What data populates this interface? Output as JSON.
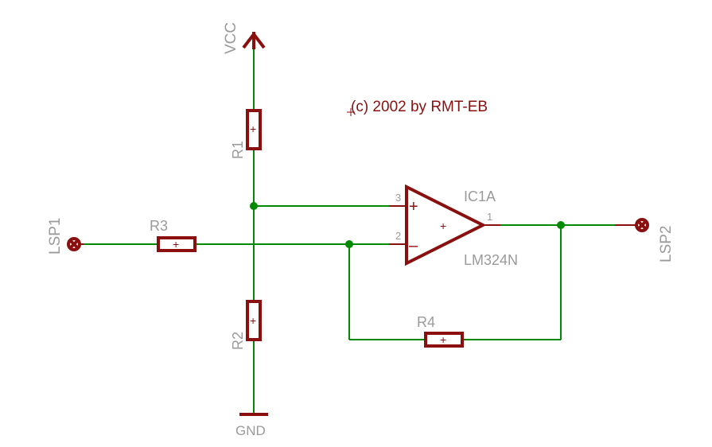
{
  "schematic": {
    "copyright": "(c) 2002 by RMT-EB",
    "supply": "VCC",
    "ground": "GND",
    "resistors": [
      "R1",
      "R2",
      "R3",
      "R4"
    ],
    "opamp": {
      "name": "IC1A",
      "part": "LM324N",
      "pin_noninv": "3",
      "pin_inv": "2",
      "pin_out": "1",
      "plus_sign": "+",
      "minus_sign": "–"
    },
    "connectors": [
      "LSP1",
      "LSP2"
    ],
    "origin_mark": "+"
  },
  "colors": {
    "wire": "#008a00",
    "component": "#8a1010",
    "label": "#9a9a9a",
    "background": "#ffffff"
  }
}
